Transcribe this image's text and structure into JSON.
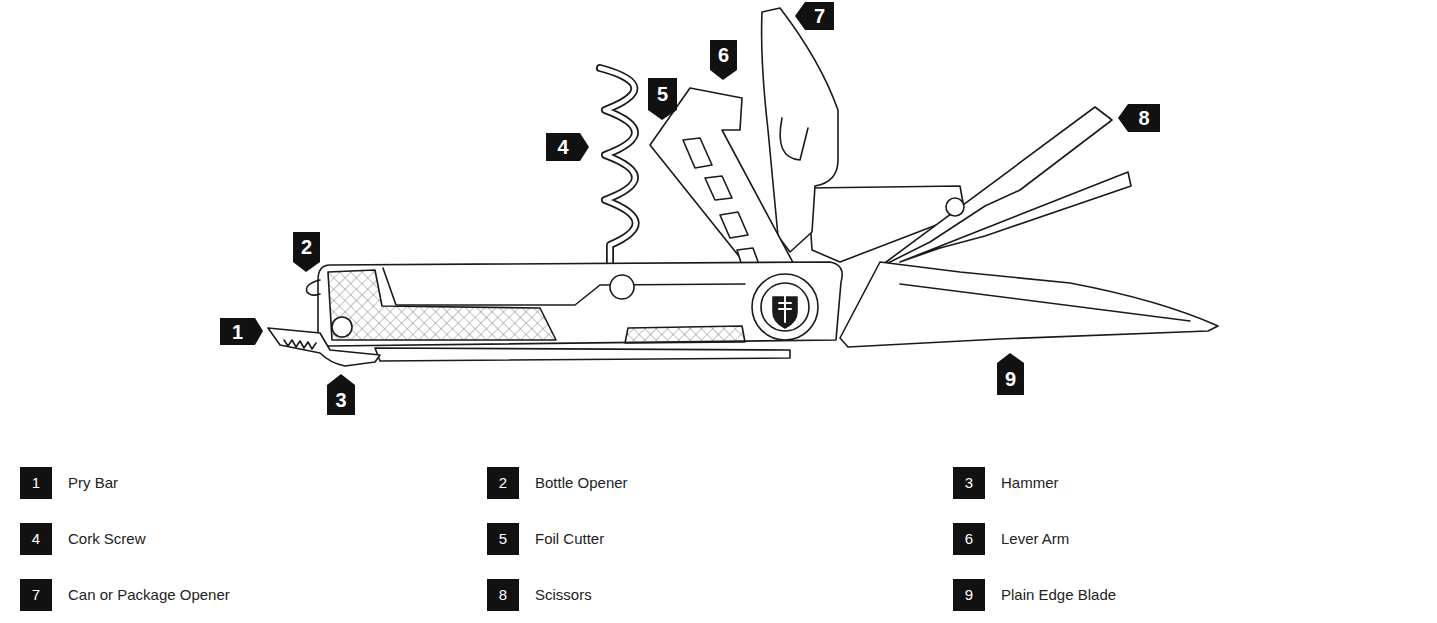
{
  "diagram": {
    "labels": [
      "1",
      "2",
      "3",
      "4",
      "5",
      "6",
      "7",
      "8",
      "9",
      "1",
      "Pry Bar",
      "2",
      "Bottle Opener",
      "3",
      "Hammer",
      "4",
      "Cork Screw",
      "5",
      "Foil Cutter",
      "6",
      "Lever Arm",
      "7",
      "Can or Package Opener",
      "8",
      "Scissors",
      "9",
      "Plain Edge Blade"
    ]
  }
}
